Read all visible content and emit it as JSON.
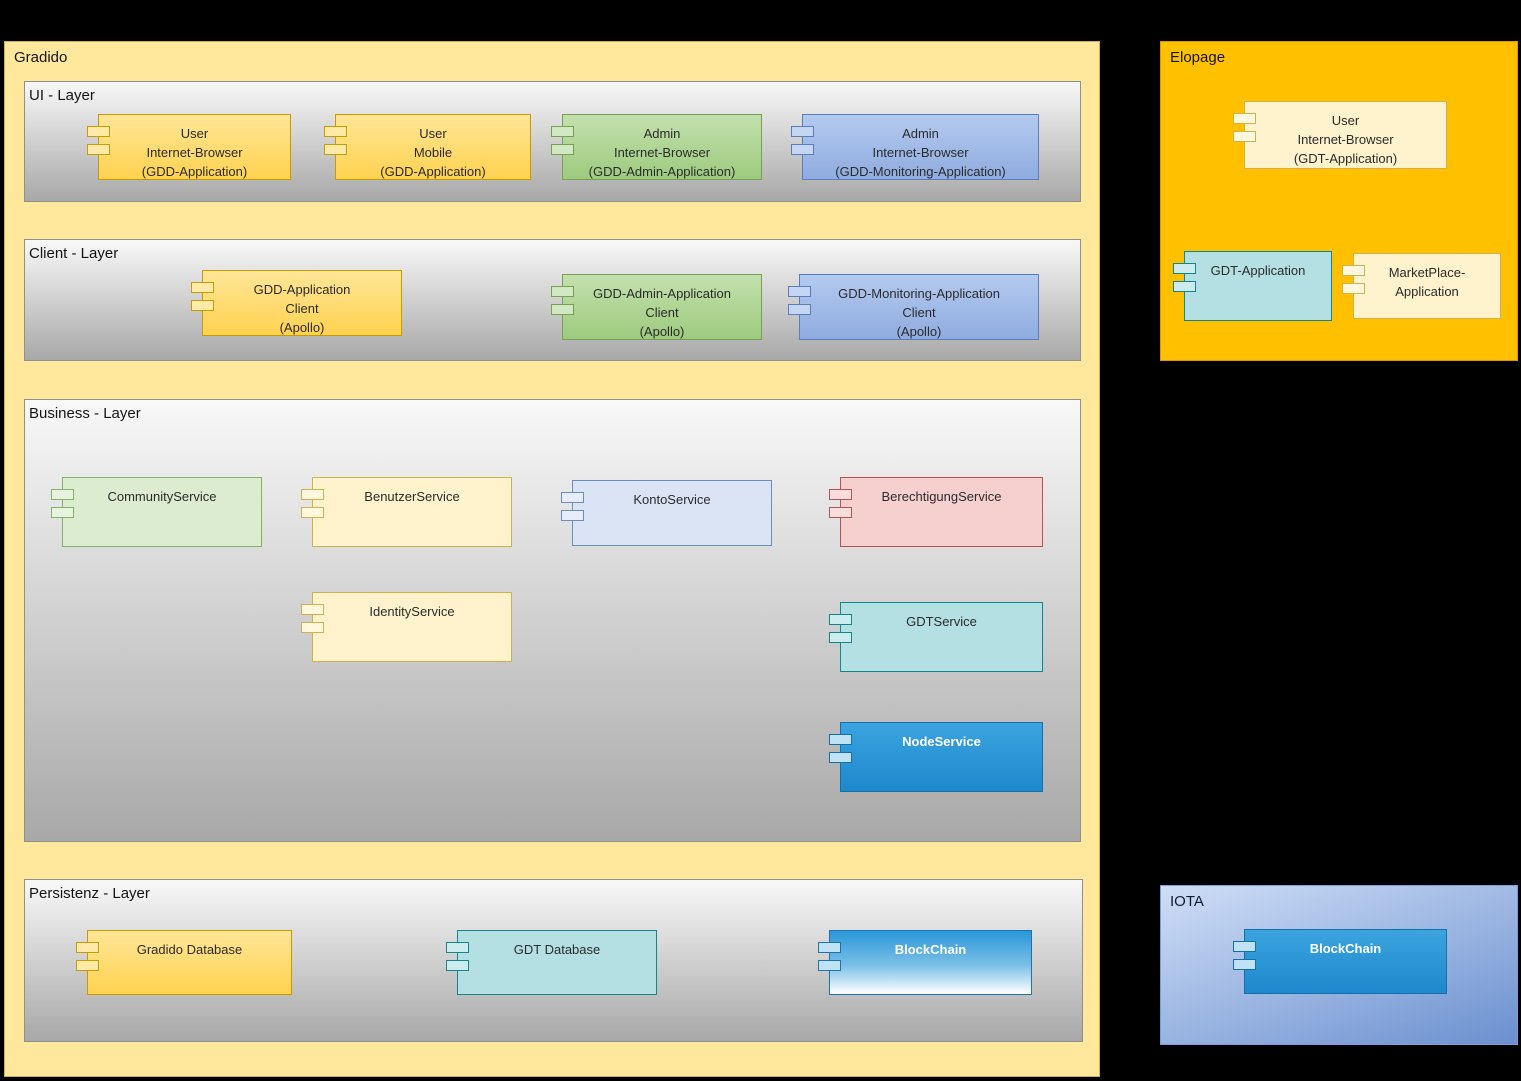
{
  "gradido": {
    "title": "Gradido",
    "ui_layer": {
      "title": "UI - Layer",
      "components": [
        {
          "label": "User\nInternet-Browser\n(GDD-Application)"
        },
        {
          "label": "User\nMobile\n(GDD-Application)"
        },
        {
          "label": "Admin\nInternet-Browser\n(GDD-Admin-Application)"
        },
        {
          "label": "Admin\nInternet-Browser\n(GDD-Monitoring-Application)"
        }
      ]
    },
    "client_layer": {
      "title": "Client - Layer",
      "components": [
        {
          "label": "GDD-Application\nClient\n(Apollo)"
        },
        {
          "label": "GDD-Admin-Application\nClient\n(Apollo)"
        },
        {
          "label": "GDD-Monitoring-Application\nClient\n(Apollo)"
        }
      ]
    },
    "business_layer": {
      "title": "Business - Layer",
      "components": [
        {
          "label": "CommunityService"
        },
        {
          "label": "BenutzerService"
        },
        {
          "label": "KontoService"
        },
        {
          "label": "BerechtigungService"
        },
        {
          "label": "IdentityService"
        },
        {
          "label": "GDTService"
        },
        {
          "label": "NodeService"
        }
      ]
    },
    "persistenz_layer": {
      "title": "Persistenz - Layer",
      "components": [
        {
          "label": "Gradido Database"
        },
        {
          "label": "GDT Database"
        },
        {
          "label": "BlockChain"
        }
      ]
    }
  },
  "elopage": {
    "title": "Elopage",
    "components": [
      {
        "label": "User\nInternet-Browser\n(GDT-Application)"
      },
      {
        "label": "GDT-Application"
      },
      {
        "label": "MarketPlace-\nApplication"
      }
    ]
  },
  "iota": {
    "title": "IOTA",
    "components": [
      {
        "label": "BlockChain"
      }
    ]
  },
  "colors": {
    "background": "#000000",
    "gradido_fill": "#FFE79B",
    "elopage_fill": "#FFC000",
    "iota_fill_top": "#CFDEF6",
    "iota_fill_bottom": "#6B90CF",
    "layer_fill_top": "#F8F8F8",
    "layer_fill_bottom": "#A8A8A8",
    "yellow_component": "#FFD24F",
    "light_yellow_component": "#FFF3CD",
    "green_component": "#9DCB7E",
    "light_green_component": "#DCECD1",
    "blue_component": "#8FABDF",
    "light_blue_component": "#DBE4F5",
    "pink_component": "#F6D0CF",
    "teal_component": "#B4E0E3",
    "bright_blue_component": "#1D88CD"
  }
}
